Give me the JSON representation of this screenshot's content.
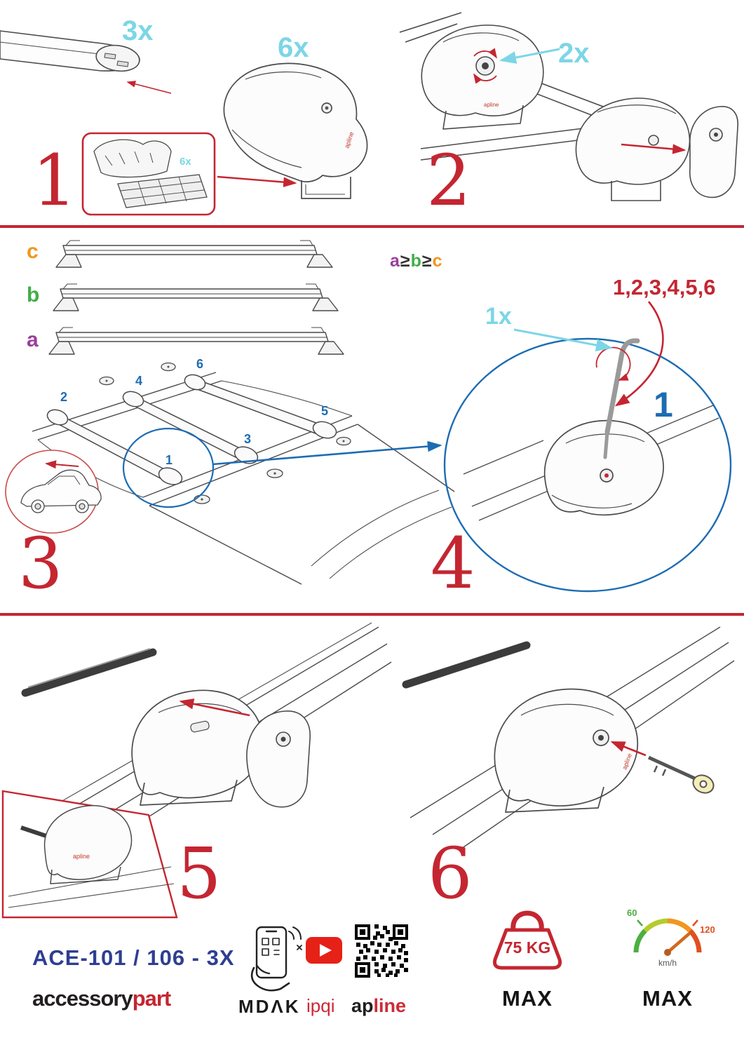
{
  "colors": {
    "red": "#c42631",
    "cyan": "#7cd6e6",
    "blue": "#1d6cb3",
    "navy": "#2e3e92",
    "green": "#3fae49",
    "orange": "#f0971e",
    "purple": "#9b3f9b"
  },
  "steps": {
    "s1": {
      "number": "1",
      "bar_qty": "3x",
      "foot_qty": "6x",
      "pad_qty": "6x"
    },
    "s2": {
      "number": "2",
      "lock_qty": "2x"
    },
    "s3": {
      "number": "3",
      "labels": {
        "c": "c",
        "b": "b",
        "a": "a"
      },
      "order": {
        "a": "a",
        "gte1": "≥",
        "b": "b",
        "gte2": "≥",
        "c": "c"
      },
      "positions": [
        "1",
        "2",
        "3",
        "4",
        "5",
        "6"
      ]
    },
    "s4": {
      "number": "4",
      "key_qty": "1x",
      "sequence": "1,2,3,4,5,6",
      "start": "1"
    },
    "s5": {
      "number": "5"
    },
    "s6": {
      "number": "6"
    }
  },
  "drawing": {
    "brand": "apline"
  },
  "footer": {
    "model": "ACE-101 / 106 - 3X",
    "brand": {
      "black": "accessory",
      "red": "part"
    },
    "logos": {
      "mdak": "MDΛK",
      "ipqi": "ipqi",
      "apline_black": "ap",
      "apline_red": "line"
    },
    "weight": {
      "value": "75 KG",
      "max": "MAX"
    },
    "speed": {
      "low": "60",
      "high": "120",
      "unit": "km/h",
      "max": "MAX"
    }
  }
}
